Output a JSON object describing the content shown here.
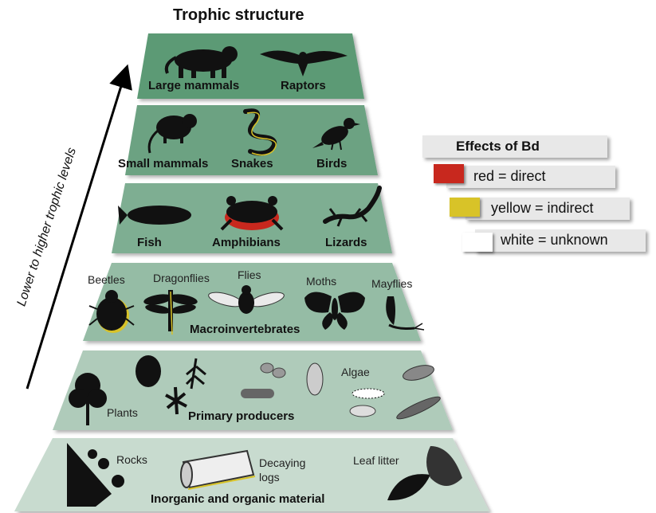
{
  "title": "Trophic structure",
  "axis_label": "Lower to higher trophic levels",
  "legend": {
    "title": "Effects of Bd",
    "items": [
      {
        "label": "red = direct",
        "color": "#c8281e"
      },
      {
        "label": "yellow = indirect",
        "color": "#d8c328"
      },
      {
        "label": "white = unknown",
        "color": "#ffffff"
      }
    ]
  },
  "tiers": {
    "top": {
      "items": [
        "Large mammals",
        "Raptors"
      ],
      "color": "#5b9a74"
    },
    "second": {
      "items": [
        "Small mammals",
        "Snakes",
        "Birds"
      ],
      "color": "#6ca282"
    },
    "third": {
      "items": [
        "Fish",
        "Amphibians",
        "Lizards"
      ],
      "color": "#7eae92"
    },
    "fourth": {
      "label": "Macroinvertebrates",
      "items": [
        "Beetles",
        "Dragonflies",
        "Flies",
        "Moths",
        "Mayflies"
      ],
      "color": "#95bca5"
    },
    "fifth": {
      "label": "Primary producers",
      "plants": "Plants",
      "algae": "Algae",
      "color": "#afcbba"
    },
    "bottom": {
      "label": "Inorganic and organic material",
      "rocks": "Rocks",
      "logs_line1": "Decaying",
      "logs_line2": "logs",
      "leaf": "Leaf litter",
      "color": "#c8dbcf"
    }
  }
}
